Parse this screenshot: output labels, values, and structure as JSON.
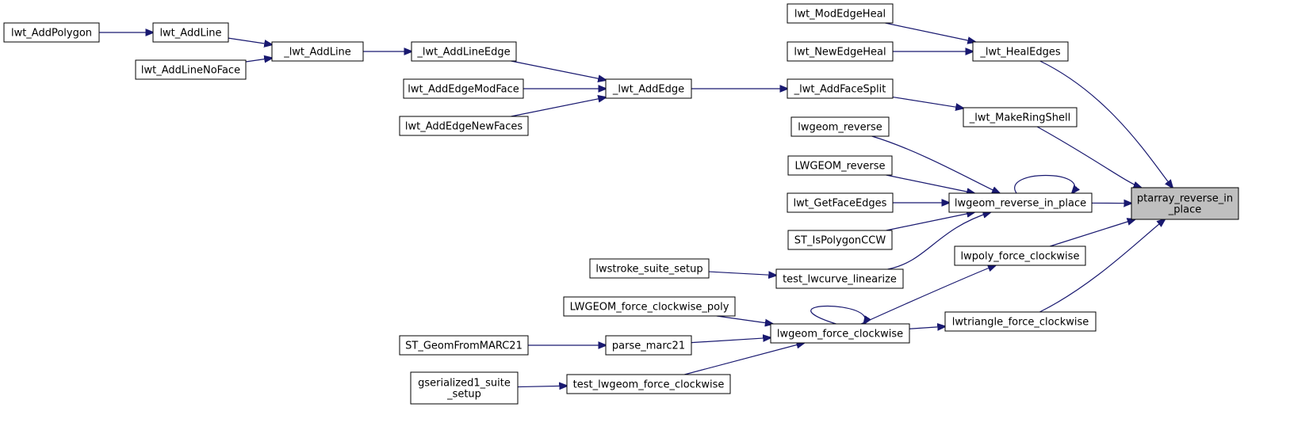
{
  "graph": {
    "edge_color": "#191970",
    "highlight_fill": "#bfbfbf",
    "nodes": [
      {
        "id": "ptarray_reverse_in_place",
        "lines": [
          "ptarray_reverse_in",
          "_place"
        ],
        "highlighted": true
      },
      {
        "id": "lwt_AddPolygon",
        "lines": [
          "lwt_AddPolygon"
        ]
      },
      {
        "id": "lwt_AddLine",
        "lines": [
          "lwt_AddLine"
        ]
      },
      {
        "id": "lwt_AddLineNoFace",
        "lines": [
          "lwt_AddLineNoFace"
        ]
      },
      {
        "id": "_lwt_AddLine",
        "lines": [
          "_lwt_AddLine"
        ]
      },
      {
        "id": "_lwt_AddLineEdge",
        "lines": [
          "_lwt_AddLineEdge"
        ]
      },
      {
        "id": "lwt_AddEdgeModFace",
        "lines": [
          "lwt_AddEdgeModFace"
        ]
      },
      {
        "id": "lwt_AddEdgeNewFaces",
        "lines": [
          "lwt_AddEdgeNewFaces"
        ]
      },
      {
        "id": "_lwt_AddEdge",
        "lines": [
          "_lwt_AddEdge"
        ]
      },
      {
        "id": "_lwt_AddFaceSplit",
        "lines": [
          "_lwt_AddFaceSplit"
        ]
      },
      {
        "id": "lwt_ModEdgeHeal",
        "lines": [
          "lwt_ModEdgeHeal"
        ]
      },
      {
        "id": "lwt_NewEdgeHeal",
        "lines": [
          "lwt_NewEdgeHeal"
        ]
      },
      {
        "id": "_lwt_HealEdges",
        "lines": [
          "_lwt_HealEdges"
        ]
      },
      {
        "id": "_lwt_MakeRingShell",
        "lines": [
          "_lwt_MakeRingShell"
        ]
      },
      {
        "id": "lwgeom_reverse",
        "lines": [
          "lwgeom_reverse"
        ]
      },
      {
        "id": "LWGEOM_reverse",
        "lines": [
          "LWGEOM_reverse"
        ]
      },
      {
        "id": "lwt_GetFaceEdges",
        "lines": [
          "lwt_GetFaceEdges"
        ]
      },
      {
        "id": "ST_IsPolygonCCW",
        "lines": [
          "ST_IsPolygonCCW"
        ]
      },
      {
        "id": "lwgeom_reverse_in_place",
        "lines": [
          "lwgeom_reverse_in_place"
        ]
      },
      {
        "id": "lwstroke_suite_setup",
        "lines": [
          "lwstroke_suite_setup"
        ]
      },
      {
        "id": "test_lwcurve_linearize",
        "lines": [
          "test_lwcurve_linearize"
        ]
      },
      {
        "id": "lwpoly_force_clockwise",
        "lines": [
          "lwpoly_force_clockwise"
        ]
      },
      {
        "id": "LWGEOM_force_clockwise_poly",
        "lines": [
          "LWGEOM_force_clockwise_poly"
        ]
      },
      {
        "id": "ST_GeomFromMARC21",
        "lines": [
          "ST_GeomFromMARC21"
        ]
      },
      {
        "id": "parse_marc21",
        "lines": [
          "parse_marc21"
        ]
      },
      {
        "id": "lwgeom_force_clockwise",
        "lines": [
          "lwgeom_force_clockwise"
        ]
      },
      {
        "id": "lwtriangle_force_clockwise",
        "lines": [
          "lwtriangle_force_clockwise"
        ]
      },
      {
        "id": "gserialized1_suite_setup",
        "lines": [
          "gserialized1_suite",
          "_setup"
        ]
      },
      {
        "id": "test_lwgeom_force_clockwise",
        "lines": [
          "test_lwgeom_force_clockwise"
        ]
      }
    ],
    "edges": [
      {
        "from": "lwt_AddPolygon",
        "to": "lwt_AddLine"
      },
      {
        "from": "lwt_AddLine",
        "to": "_lwt_AddLine"
      },
      {
        "from": "lwt_AddLineNoFace",
        "to": "_lwt_AddLine"
      },
      {
        "from": "_lwt_AddLine",
        "to": "_lwt_AddLineEdge"
      },
      {
        "from": "_lwt_AddLineEdge",
        "to": "_lwt_AddEdge"
      },
      {
        "from": "lwt_AddEdgeModFace",
        "to": "_lwt_AddEdge"
      },
      {
        "from": "lwt_AddEdgeNewFaces",
        "to": "_lwt_AddEdge"
      },
      {
        "from": "_lwt_AddEdge",
        "to": "_lwt_AddFaceSplit"
      },
      {
        "from": "_lwt_AddFaceSplit",
        "to": "_lwt_MakeRingShell"
      },
      {
        "from": "lwt_ModEdgeHeal",
        "to": "_lwt_HealEdges"
      },
      {
        "from": "lwt_NewEdgeHeal",
        "to": "_lwt_HealEdges"
      },
      {
        "from": "_lwt_HealEdges",
        "to": "ptarray_reverse_in_place"
      },
      {
        "from": "_lwt_MakeRingShell",
        "to": "ptarray_reverse_in_place"
      },
      {
        "from": "lwgeom_reverse",
        "to": "lwgeom_reverse_in_place"
      },
      {
        "from": "LWGEOM_reverse",
        "to": "lwgeom_reverse_in_place"
      },
      {
        "from": "lwt_GetFaceEdges",
        "to": "lwgeom_reverse_in_place"
      },
      {
        "from": "ST_IsPolygonCCW",
        "to": "lwgeom_reverse_in_place"
      },
      {
        "from": "test_lwcurve_linearize",
        "to": "lwgeom_reverse_in_place"
      },
      {
        "from": "lwgeom_reverse_in_place",
        "to": "lwgeom_reverse_in_place"
      },
      {
        "from": "lwgeom_reverse_in_place",
        "to": "ptarray_reverse_in_place"
      },
      {
        "from": "lwstroke_suite_setup",
        "to": "test_lwcurve_linearize"
      },
      {
        "from": "lwpoly_force_clockwise",
        "to": "ptarray_reverse_in_place"
      },
      {
        "from": "lwgeom_force_clockwise",
        "to": "lwpoly_force_clockwise"
      },
      {
        "from": "lwgeom_force_clockwise",
        "to": "lwgeom_force_clockwise"
      },
      {
        "from": "lwgeom_force_clockwise",
        "to": "lwtriangle_force_clockwise"
      },
      {
        "from": "lwtriangle_force_clockwise",
        "to": "ptarray_reverse_in_place"
      },
      {
        "from": "LWGEOM_force_clockwise_poly",
        "to": "lwgeom_force_clockwise"
      },
      {
        "from": "ST_GeomFromMARC21",
        "to": "parse_marc21"
      },
      {
        "from": "parse_marc21",
        "to": "lwgeom_force_clockwise"
      },
      {
        "from": "test_lwgeom_force_clockwise",
        "to": "lwgeom_force_clockwise"
      },
      {
        "from": "gserialized1_suite_setup",
        "to": "test_lwgeom_force_clockwise"
      }
    ]
  }
}
